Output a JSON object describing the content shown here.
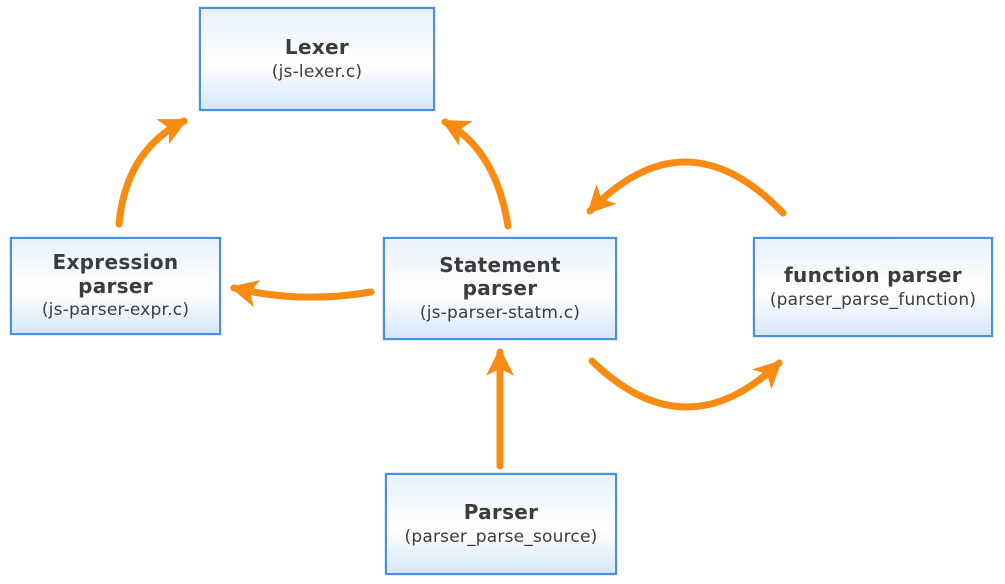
{
  "diagram": {
    "nodes": [
      {
        "id": "lexer",
        "title": "Lexer",
        "subtitle": "(js-lexer.c)"
      },
      {
        "id": "expression-parser",
        "title": "Expression\nparser",
        "subtitle": "(js-parser-expr.c)"
      },
      {
        "id": "statement-parser",
        "title": "Statement\nparser",
        "subtitle": "(js-parser-statm.c)"
      },
      {
        "id": "function-parser",
        "title": "function parser",
        "subtitle": "(parser_parse_function)"
      },
      {
        "id": "parser",
        "title": "Parser",
        "subtitle": "(parser_parse_source)"
      }
    ],
    "edges": [
      {
        "from": "expression-parser",
        "to": "lexer"
      },
      {
        "from": "statement-parser",
        "to": "lexer"
      },
      {
        "from": "statement-parser",
        "to": "expression-parser"
      },
      {
        "from": "function-parser",
        "to": "statement-parser"
      },
      {
        "from": "statement-parser",
        "to": "function-parser"
      },
      {
        "from": "parser",
        "to": "statement-parser"
      }
    ],
    "colors": {
      "arrow": "#F98B13",
      "node_border": "#4A90E2",
      "node_fill_top": "#E7F1FB",
      "node_fill_bottom": "#D6E7FA",
      "text": "#3C3C3C"
    }
  }
}
